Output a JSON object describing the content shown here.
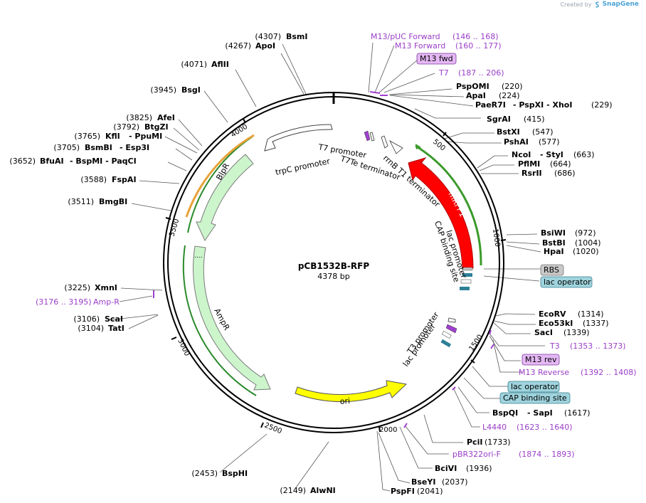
{
  "credit": {
    "prefix": "Created by",
    "brand": "SnapGene"
  },
  "plasmid": {
    "name": "pCB1532B-RFP",
    "length_label": "4378 bp",
    "length": 4378
  },
  "ticks": [
    "500",
    "1000",
    "1500",
    "2000",
    "2500",
    "3000",
    "3500",
    "4000"
  ],
  "features": [
    {
      "label": "trpC promoter",
      "color": "#ffffff"
    },
    {
      "label": "T7 promoter",
      "color": "#ffffff"
    },
    {
      "label": "T7Te terminator",
      "color": "#ffffff"
    },
    {
      "label": "rrnB T1 terminator",
      "color": "#ffffff"
    },
    {
      "label": "mRFP1",
      "color": "#ff0000"
    },
    {
      "label": "lac promoter",
      "color": "#ffffff"
    },
    {
      "label": "CAP binding site",
      "color": "#2d7f96"
    },
    {
      "label": "BlpR",
      "color": "#ccf5cc"
    },
    {
      "label": "AmpR",
      "color": "#ccf5cc"
    },
    {
      "label": "ori",
      "color": "#ffff00"
    },
    {
      "label": "T3 promoter",
      "color": "#ffffff"
    },
    {
      "label": "lac promoter",
      "color": "#ffffff"
    }
  ],
  "sites": [
    {
      "pos": "(4307)",
      "name": "BsmI"
    },
    {
      "pos": "(4267)",
      "name": "ApoI"
    },
    {
      "pos": "(4071)",
      "name": "AflII"
    },
    {
      "pos": "(3945)",
      "name": "BsgI"
    },
    {
      "pos": "(3825)",
      "name": "AfeI"
    },
    {
      "pos": "(3792)",
      "name": "BtgZI"
    },
    {
      "pos": "(3765)",
      "name": "KflI",
      "extra": "- PpuMI"
    },
    {
      "pos": "(3705)",
      "name": "BsmBI",
      "extra": "- Esp3I"
    },
    {
      "pos": "(3652)",
      "name": "BfuAI",
      "extra": "- BspMI   - PaqCI"
    },
    {
      "pos": "(3588)",
      "name": "FspAI"
    },
    {
      "pos": "(3511)",
      "name": "BmgBI"
    },
    {
      "pos": "(3225)",
      "name": "XmnI"
    },
    {
      "pos": "(3106)",
      "name": "ScaI"
    },
    {
      "pos": "(3104)",
      "name": "TatI"
    },
    {
      "pos": "(2453)",
      "name": "BspHI"
    },
    {
      "pos": "(2149)",
      "name": "AlwNI"
    },
    {
      "name": "PspOMI",
      "pos": "(220)"
    },
    {
      "name": "ApaI",
      "pos": "(224)"
    },
    {
      "name": "PaeR7I",
      "extra": "- PspXI   - XhoI",
      "pos": "(229)"
    },
    {
      "name": "SgrAI",
      "pos": "(415)"
    },
    {
      "name": "BstXI",
      "pos": "(547)"
    },
    {
      "name": "PshAI",
      "pos": "(577)"
    },
    {
      "name": "NcoI",
      "extra": "- StyI",
      "pos": "(663)"
    },
    {
      "name": "PflMI",
      "pos": "(664)"
    },
    {
      "name": "RsrII",
      "pos": "(686)"
    },
    {
      "name": "BsiWI",
      "pos": "(972)"
    },
    {
      "name": "BstBI",
      "pos": "(1004)"
    },
    {
      "name": "HpaI",
      "pos": "(1020)"
    },
    {
      "name": "EcoRV",
      "pos": "(1314)"
    },
    {
      "name": "Eco53kI",
      "pos": "(1337)"
    },
    {
      "name": "SacI",
      "pos": "(1339)"
    },
    {
      "name": "BspQI",
      "extra": "- SapI",
      "pos": "(1617)"
    },
    {
      "name": "PciI",
      "pos": "(1733)"
    },
    {
      "name": "BciVI",
      "pos": "(1936)"
    },
    {
      "name": "BseYI",
      "pos": "(2037)"
    },
    {
      "name": "PspFI",
      "pos": "(2041)"
    }
  ],
  "primers": [
    {
      "name": "M13/pUC Forward",
      "range": "(146 .. 168)"
    },
    {
      "name": "M13 Forward",
      "range": "(160 .. 177)"
    },
    {
      "name": "T7",
      "range": "(187 .. 206)"
    },
    {
      "name": "T3",
      "range": "(1353 .. 1373)"
    },
    {
      "name": "M13 Reverse",
      "range": "(1392 .. 1408)"
    },
    {
      "name": "L4440",
      "range": "(1623 .. 1640)"
    },
    {
      "name": "pBR322ori-F",
      "range": "(1874 .. 1893)"
    },
    {
      "name": "Amp-R",
      "range": "(3176 .. 3195)"
    }
  ],
  "boxes": [
    {
      "label": "M13 fwd",
      "color": "#e5b8f5"
    },
    {
      "label": "RBS",
      "color": "#c8c8c8"
    },
    {
      "label": "lac operator",
      "color": "#9fd3dd"
    },
    {
      "label": "M13 rev",
      "color": "#e5b8f5"
    },
    {
      "label": "lac operator",
      "color": "#9fd3dd"
    },
    {
      "label": "CAP binding site",
      "color": "#9fd3dd"
    }
  ]
}
